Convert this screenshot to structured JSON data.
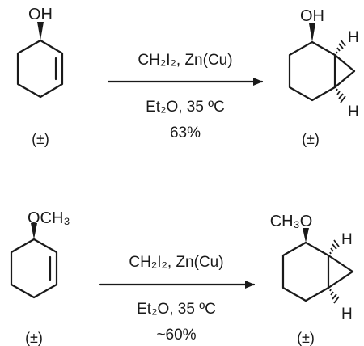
{
  "reactions": [
    {
      "reactant": {
        "substituent": "OH",
        "stereo_note": "(±)"
      },
      "reagents": {
        "line1": "CH₂I₂, Zn(Cu)",
        "line2": "Et₂O, 35 ºC",
        "yield": "63%"
      },
      "product": {
        "substituent": "OH",
        "h_label_top": "H",
        "h_label_bottom": "H",
        "stereo_note": "(±)"
      }
    },
    {
      "reactant": {
        "substituent": "OCH₃",
        "stereo_note": "(±)"
      },
      "reagents": {
        "line1": "CH₂I₂, Zn(Cu)",
        "line2": "Et₂O, 35 ºC",
        "yield": "~60%"
      },
      "product": {
        "substituent": "CH₃O",
        "h_label_top": "H",
        "h_label_bottom": "H",
        "stereo_note": "(±)"
      }
    }
  ],
  "colors": {
    "ink": "#1a1a1a",
    "background": "#ffffff"
  }
}
